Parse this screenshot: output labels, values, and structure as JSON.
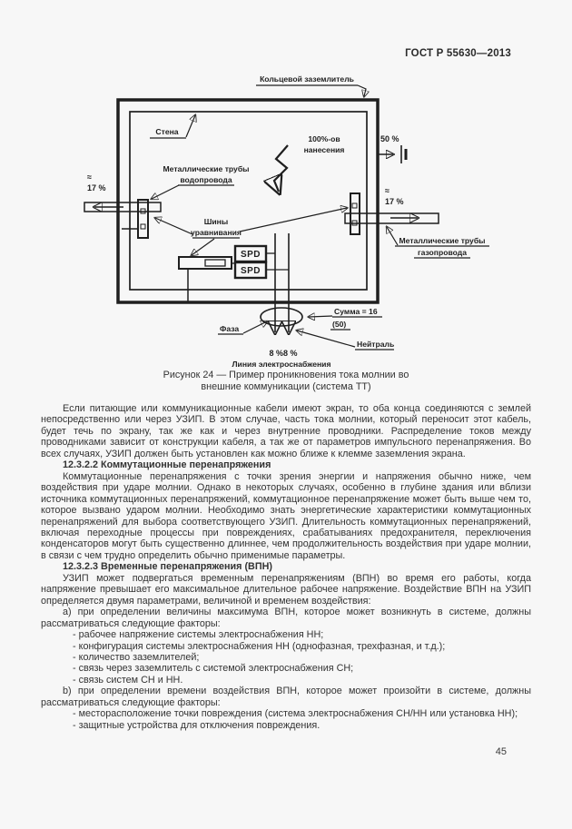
{
  "page": {
    "header": "ГОСТ Р 55630—2013",
    "page_number": "45"
  },
  "figure": {
    "caption_line1": "Рисунок 24 — Пример проникновения тока молнии во",
    "caption_line2": "внешние коммуникации (система ТТ)",
    "labels": {
      "ring_earth": "Кольцевой заземлитель",
      "wall": "Стена",
      "strike_line1": "100%-ов",
      "strike_line2": "нанесения",
      "earth_pct": "50 %",
      "water_pipes_line1": "Металлические трубы",
      "water_pipes_line2": "водопровода",
      "left_approx": "≈",
      "left_pct": "17 %",
      "right_approx": "≈",
      "right_pct": "17 %",
      "bonding_line1": "Шины",
      "bonding_line2": "уравнивания",
      "spd_top": "SPD",
      "spd_bottom": "SPD",
      "gas_pipes_line1": "Металлические трубы",
      "gas_pipes_line2": "газопровода",
      "phase": "Фаза",
      "neutral": "Нейтраль",
      "sum_line1": "Сумма = 16",
      "sum_line2": "(50)",
      "conductor_pct": "8 %8 %",
      "power_line": "Линия электроснабжения"
    },
    "colors": {
      "ink": "#1f1f1f"
    }
  },
  "content": {
    "p1": "Если питающие или коммуникационные кабели имеют экран, то оба конца соединяются с землей непосредственно или через УЗИП. В этом случае, часть тока молнии, который переносит этот кабель, будет течь по экрану, так же как и через внутренние проводники. Распределение токов между проводниками зависит от конструкции кабеля, а так же от параметров импульсного перенапряжения. Во всех случаях, УЗИП должен быть установлен как можно ближе к клемме заземления экрана.",
    "h1": "12.3.2.2 Коммутационные перенапряжения",
    "p2": "Коммутационные перенапряжения с точки зрения энергии и напряжения обычно ниже, чем воздействия при ударе молнии. Однако в некоторых случаях, особенно в глубине здания или вблизи источника коммутационных перенапряжений, коммутационное перенапряжение может быть выше чем то, которое вызвано ударом молнии. Необходимо знать энергетические характеристики коммутационных перенапряжений для выбора соответствующего УЗИП. Длительность коммутационных перенапряжений, включая переходные процессы при повреждениях, срабатываниях предохранителя, переключения конденсаторов могут быть существенно длиннее, чем продолжительность воздействия при ударе молнии, в связи с чем трудно определить обычно применимые параметры.",
    "h2": "12.3.2.3 Временные перенапряжения (ВПН)",
    "p3": "УЗИП может подвергаться временным перенапряжениям (ВПН) во время его работы, когда напряжение превышает его максимальное длительное рабочее напряжение. Воздействие ВПН на УЗИП определяется двумя параметрами, величиной и временем воздействия:",
    "p4": "а) при определении величины максимума ВПН, которое может возникнуть в системе, должны рассматриваться следующие факторы:",
    "list_a": [
      "- рабочее напряжение системы электроснабжения НН;",
      "- конфигурация системы электроснабжения НН (однофазная, трехфазная, и т.д.);",
      "- количество заземлителей;",
      "- связь через заземлитель с системой электроснабжения СН;",
      "- связь систем СН и НН."
    ],
    "p5": "b) при определении времени воздействия ВПН, которое может произойти в системе, должны рассматриваться следующие факторы:",
    "list_b": [
      "- месторасположение точки повреждения (система электроснабжения СН/НН или установка НН);",
      "- защитные устройства для отключения повреждения."
    ]
  }
}
